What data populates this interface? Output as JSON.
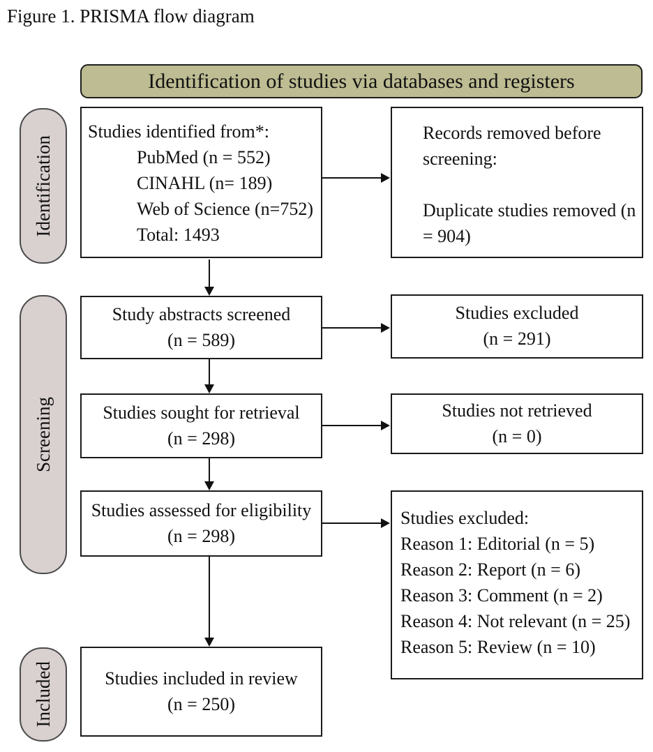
{
  "figure_caption": "Figure 1. PRISMA flow diagram",
  "colors": {
    "header_fill": "#bdbc92",
    "stage_fill": "#d9d0d0",
    "box_border": "#1a1a1a",
    "stage_border": "#4a4a4a"
  },
  "header": {
    "title": "Identification of studies via databases and registers"
  },
  "stages": [
    {
      "label": "Identification"
    },
    {
      "label": "Screening"
    },
    {
      "label": "Included"
    }
  ],
  "flow": {
    "identified": {
      "intro": "Studies identified from*:",
      "sources": [
        "PubMed (n = 552)",
        "CINAHL (n= 189)",
        "Web of Science (n=752)",
        "Total: 1493"
      ]
    },
    "removed_before_screening": {
      "heading": "Records removed before screening:",
      "detail": "Duplicate studies removed (n = 904)"
    },
    "abstracts_screened": {
      "line1": "Study abstracts screened",
      "line2": "(n = 589)"
    },
    "excluded_screening": {
      "line1": "Studies excluded",
      "line2": "(n = 291)"
    },
    "sought_retrieval": {
      "line1": "Studies sought for retrieval",
      "line2": "(n = 298)"
    },
    "not_retrieved": {
      "line1": "Studies not retrieved",
      "line2": "(n = 0)"
    },
    "assessed_eligibility": {
      "line1": "Studies assessed for eligibility",
      "line2": "(n = 298)"
    },
    "excluded_eligibility": {
      "heading": "Studies excluded:",
      "reasons": [
        "Reason 1: Editorial (n = 5)",
        "Reason 2: Report (n = 6)",
        "Reason 3: Comment (n = 2)",
        "Reason 4: Not relevant (n = 25)",
        "Reason 5: Review (n = 10)"
      ]
    },
    "included_review": {
      "line1": "Studies included in review",
      "line2": "(n = 250)"
    }
  }
}
